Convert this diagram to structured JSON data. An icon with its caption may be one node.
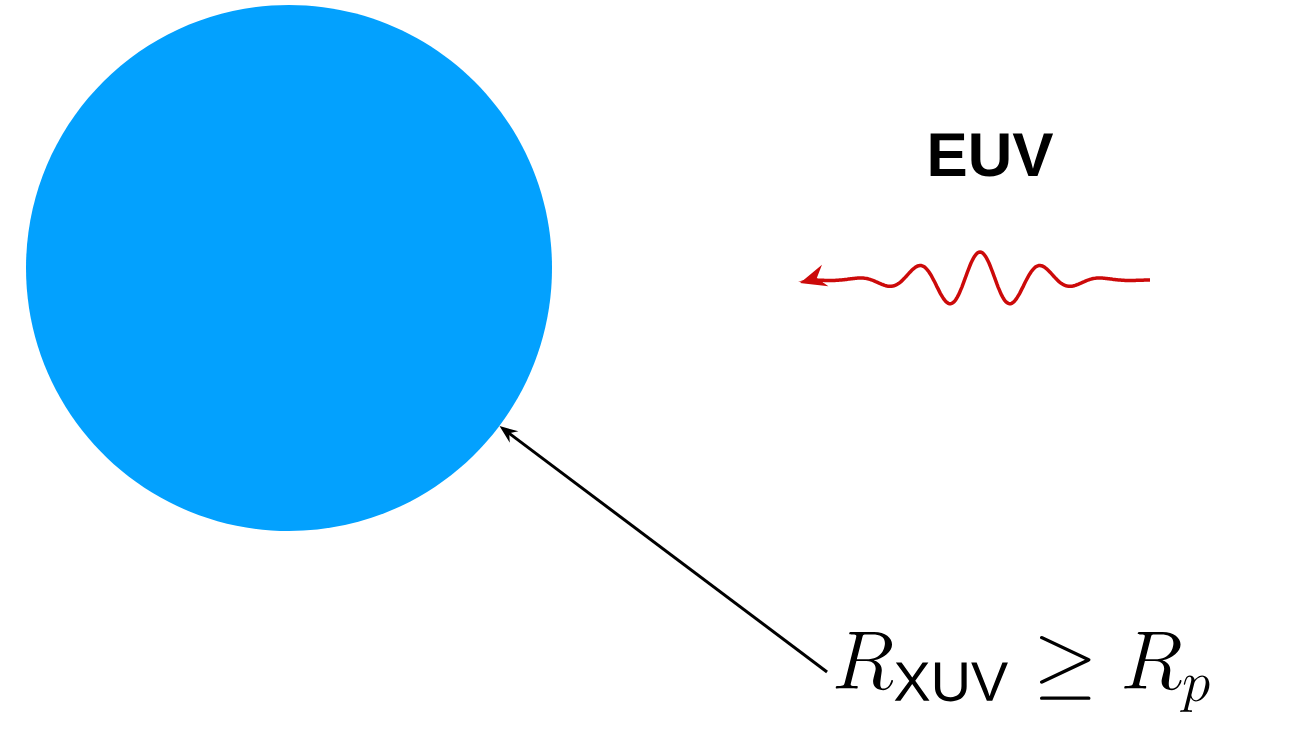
{
  "diagram": {
    "nodes": [
      {
        "text": [],
        "shape": "circle"
      },
      {
        "text": [
          "R_{\\mathrm{XUV}} \\geq R_p"
        ]
      }
    ],
    "edges": [
      {
        "from": 1,
        "to": 0,
        "arrow": "to"
      }
    ],
    "labels": [
      "EUV"
    ]
  }
}
